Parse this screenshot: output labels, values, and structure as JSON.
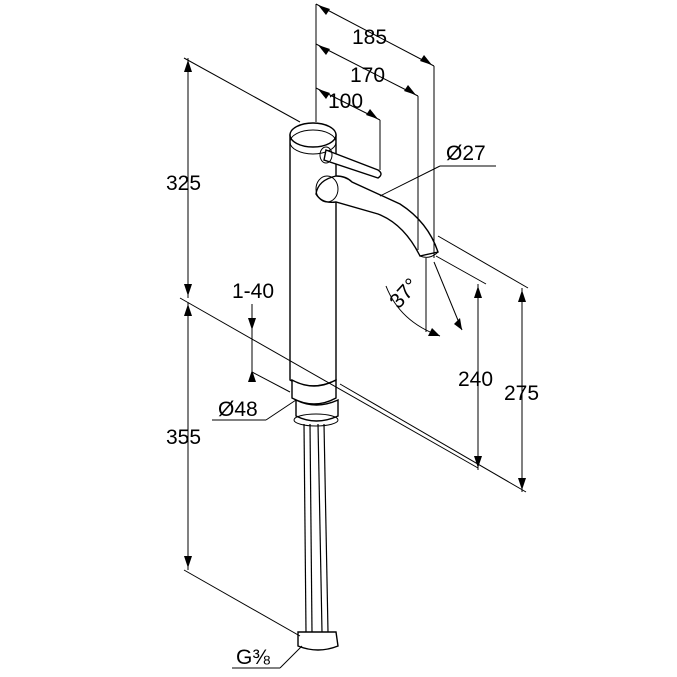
{
  "diagram": {
    "colors": {
      "line": "#000000",
      "background": "#ffffff"
    },
    "dimensions": {
      "spout_reach_total": "185",
      "spout_reach": "170",
      "lever_reach": "100",
      "spout_diameter": "Ø27",
      "spout_angle": "37°",
      "height_above_deck": "325",
      "range_thickness": "1-40",
      "base_diameter": "Ø48",
      "outlet_height": "240",
      "overall_outlet_height": "275",
      "hose_length": "355",
      "thread": "G⅜"
    }
  }
}
